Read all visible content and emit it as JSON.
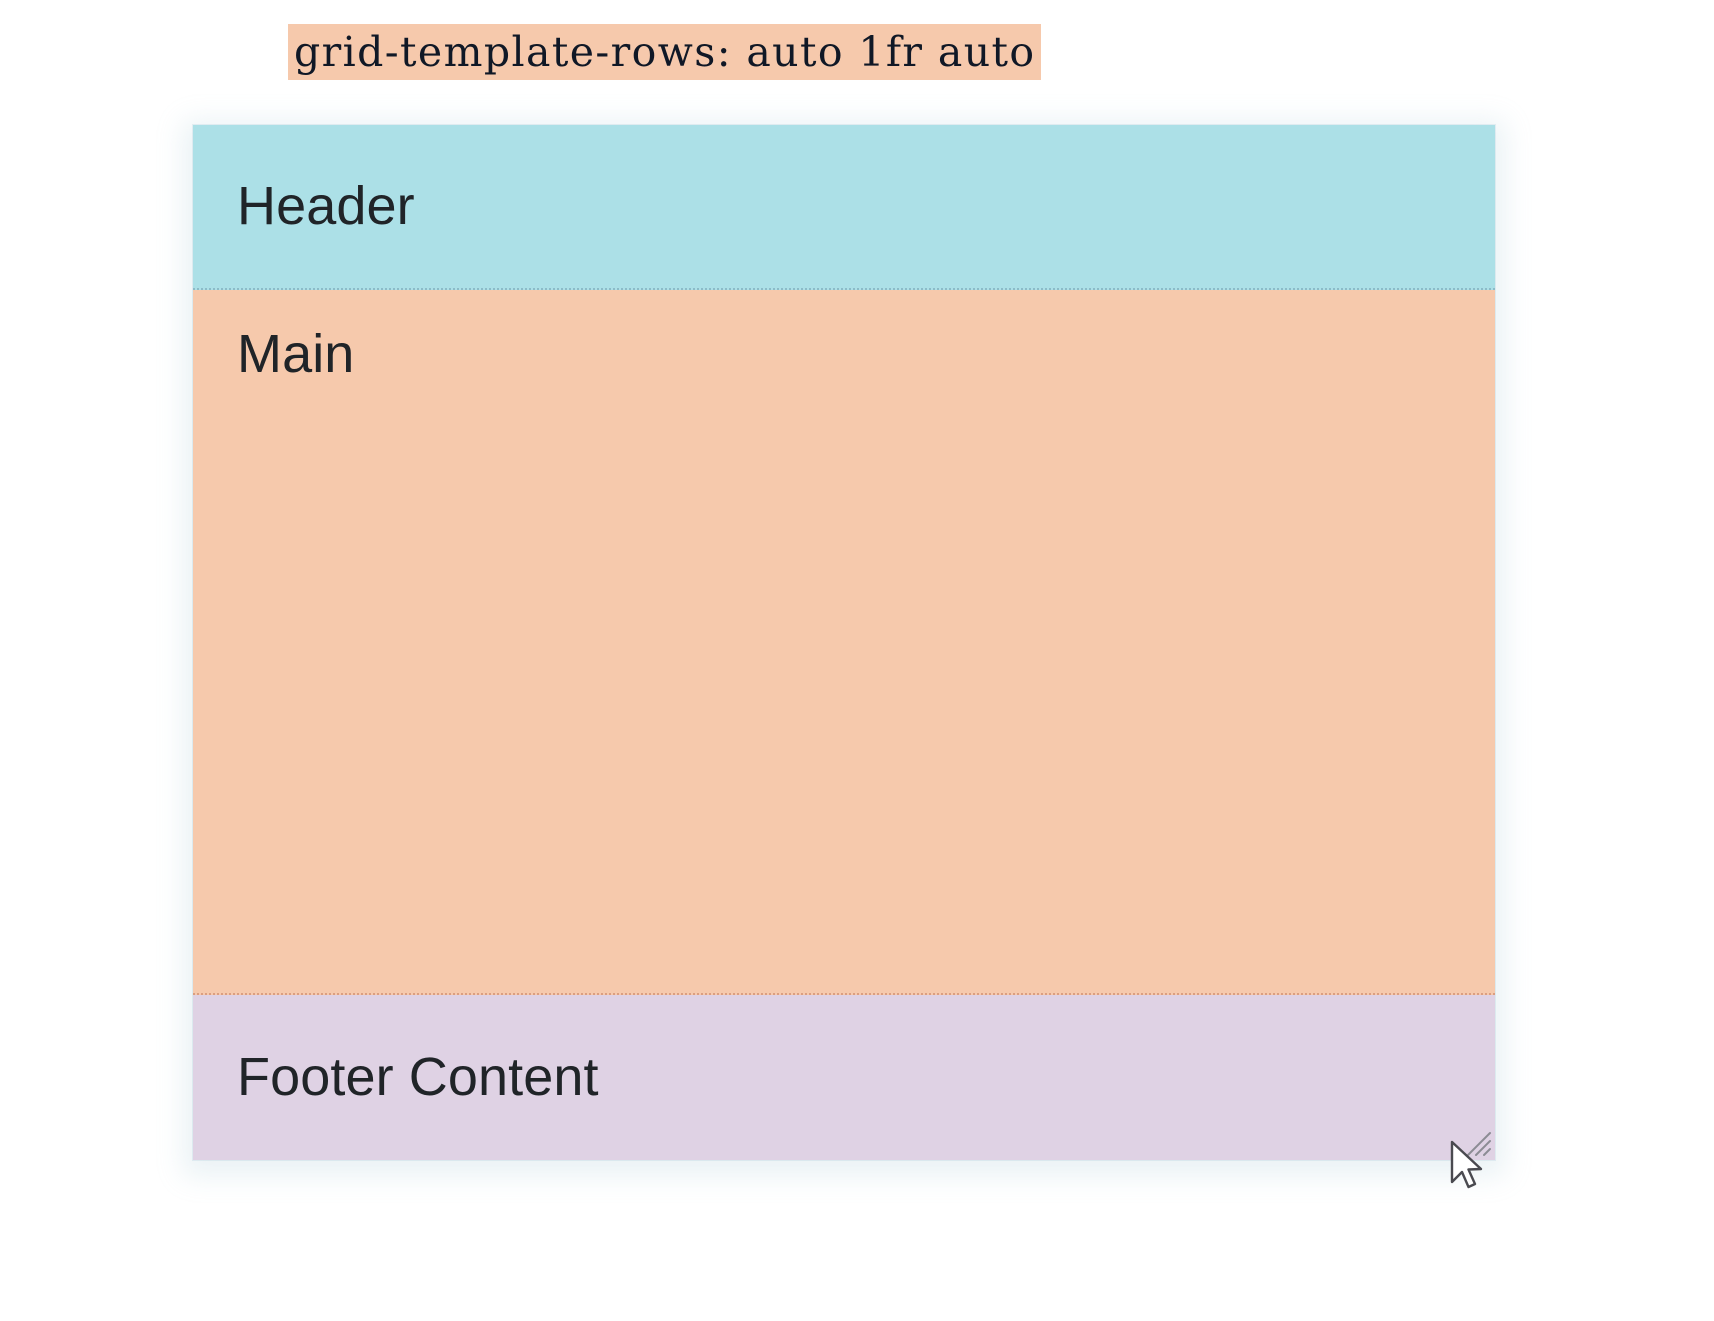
{
  "caption": {
    "code_text": "grid-template-rows: auto 1fr auto",
    "highlight_color": "#f6c9ac",
    "text_color": "#101826"
  },
  "grid": {
    "template_rows": "auto 1fr auto",
    "rows": [
      {
        "name": "header",
        "label": "Header",
        "color": "#ace0e7",
        "sizing": "auto"
      },
      {
        "name": "main",
        "label": "Main",
        "color": "#f6c9ac",
        "sizing": "1fr"
      },
      {
        "name": "footer",
        "label": "Footer Content",
        "color": "#dfd2e4",
        "sizing": "auto"
      }
    ],
    "border_style": "dotted",
    "resizable": true
  },
  "icons": {
    "resize_handle": "resize-grip-icon",
    "cursor": "arrow-cursor-icon"
  }
}
